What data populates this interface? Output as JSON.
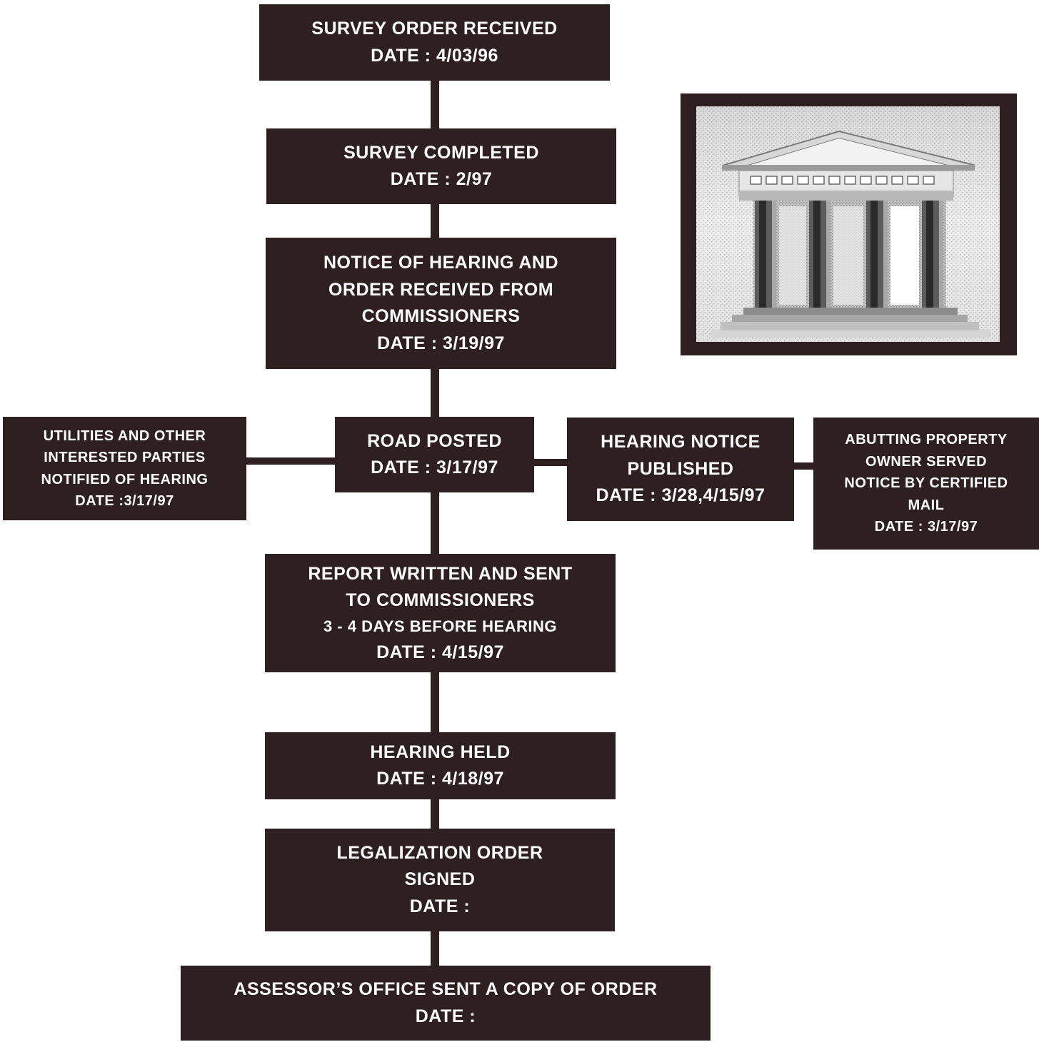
{
  "flowchart": {
    "steps": [
      {
        "id": "survey-order-received",
        "lines": [
          "SURVEY ORDER RECEIVED",
          "DATE : 4/03/96"
        ]
      },
      {
        "id": "survey-completed",
        "lines": [
          "SURVEY COMPLETED",
          "DATE : 2/97"
        ]
      },
      {
        "id": "notice-of-hearing",
        "lines": [
          "NOTICE OF HEARING AND",
          "ORDER RECEIVED FROM",
          "COMMISSIONERS",
          "DATE : 3/19/97"
        ]
      },
      {
        "id": "road-posted",
        "lines": [
          "ROAD POSTED",
          "DATE : 3/17/97"
        ]
      },
      {
        "id": "utilities-notified",
        "lines": [
          "UTILITIES AND OTHER",
          "INTERESTED PARTIES",
          "NOTIFIED OF HEARING",
          "DATE :3/17/97"
        ]
      },
      {
        "id": "hearing-notice-published",
        "lines": [
          "HEARING NOTICE",
          "PUBLISHED",
          "DATE : 3/28,4/15/97"
        ]
      },
      {
        "id": "abutting-owner-served",
        "lines": [
          "ABUTTING PROPERTY",
          "OWNER SERVED",
          "NOTICE BY CERTIFIED",
          "MAIL",
          "DATE :  3/17/97"
        ]
      },
      {
        "id": "report-written",
        "lines": [
          "REPORT WRITTEN AND SENT",
          "TO COMMISSIONERS",
          "3 - 4 DAYS BEFORE HEARING",
          "DATE : 4/15/97"
        ]
      },
      {
        "id": "hearing-held",
        "lines": [
          "HEARING HELD",
          "DATE : 4/18/97"
        ]
      },
      {
        "id": "legalization-order-signed",
        "lines": [
          "LEGALIZATION ORDER",
          "SIGNED",
          "DATE :"
        ]
      },
      {
        "id": "assessor-copy-sent",
        "lines": [
          "ASSESSOR’S OFFICE SENT A COPY OF ORDER",
          "DATE :"
        ]
      }
    ]
  },
  "illustration": {
    "icon": "courthouse-icon"
  },
  "colors": {
    "box_fill": "#2e1f20",
    "box_text": "#ffffff",
    "background": "#ffffff"
  }
}
